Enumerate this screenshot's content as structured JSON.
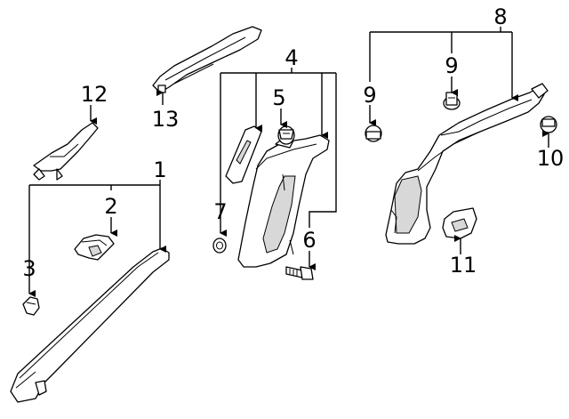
{
  "diagram": {
    "callouts": [
      {
        "id": "c1",
        "label": "1"
      },
      {
        "id": "c2",
        "label": "2"
      },
      {
        "id": "c3",
        "label": "3"
      },
      {
        "id": "c4",
        "label": "4"
      },
      {
        "id": "c5",
        "label": "5"
      },
      {
        "id": "c6",
        "label": "6"
      },
      {
        "id": "c7",
        "label": "7"
      },
      {
        "id": "c8",
        "label": "8"
      },
      {
        "id": "c9a",
        "label": "9"
      },
      {
        "id": "c9b",
        "label": "9"
      },
      {
        "id": "c10",
        "label": "10"
      },
      {
        "id": "c11",
        "label": "11"
      },
      {
        "id": "c12",
        "label": "12"
      },
      {
        "id": "c13",
        "label": "13"
      }
    ]
  }
}
